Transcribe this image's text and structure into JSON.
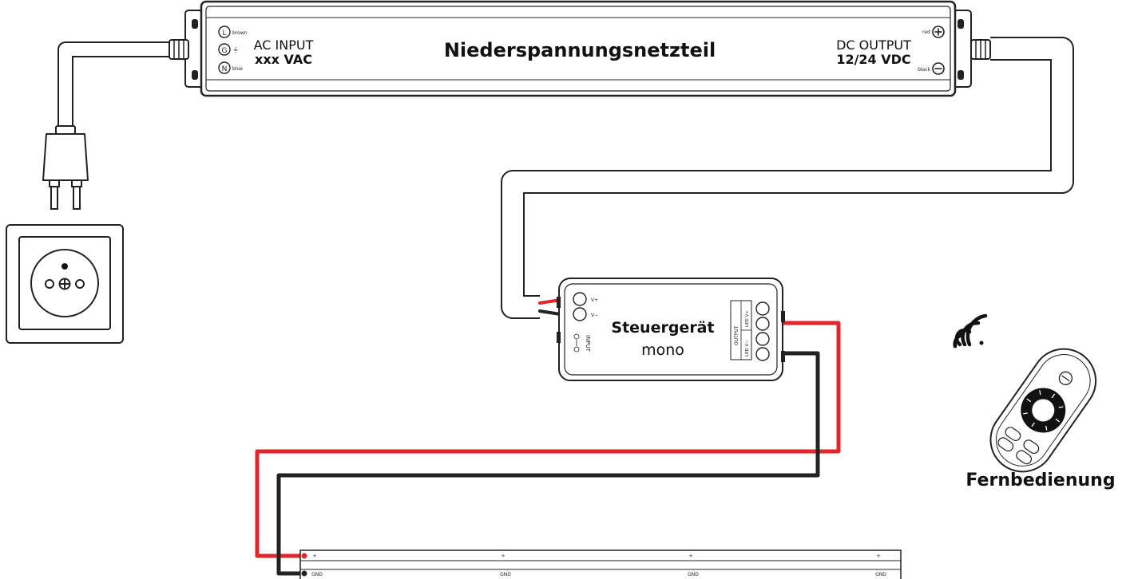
{
  "psu": {
    "title": "Niederspannungsnetzteil",
    "ac_label": "AC INPUT",
    "ac_value": "xxx VAC",
    "dc_label": "DC OUTPUT",
    "dc_value": "12/24 VDC",
    "terminals_left": [
      {
        "letter": "L",
        "color_text": "brown"
      },
      {
        "letter": "G",
        "color_text": "⏚"
      },
      {
        "letter": "N",
        "color_text": "blue"
      }
    ],
    "terminal_red": "red",
    "terminal_black": "black"
  },
  "controller": {
    "title": "Steuergerät",
    "subtitle": "mono",
    "v_plus": "V+",
    "v_minus": "V−",
    "input_label": "INPUT",
    "output_label": "OUTPUT",
    "led_plus": "LED V+",
    "led_minus": "LED V−"
  },
  "remote": {
    "label": "Fernbedienung"
  },
  "strip": {
    "plus_marks": [
      "+",
      "+",
      "+",
      "+"
    ],
    "gnd_marks": [
      "GND",
      "GND",
      "GND",
      "GND"
    ]
  },
  "colors": {
    "wire_red": "#e2242b",
    "wire_black": "#222222",
    "line": "#1a1a1a"
  }
}
